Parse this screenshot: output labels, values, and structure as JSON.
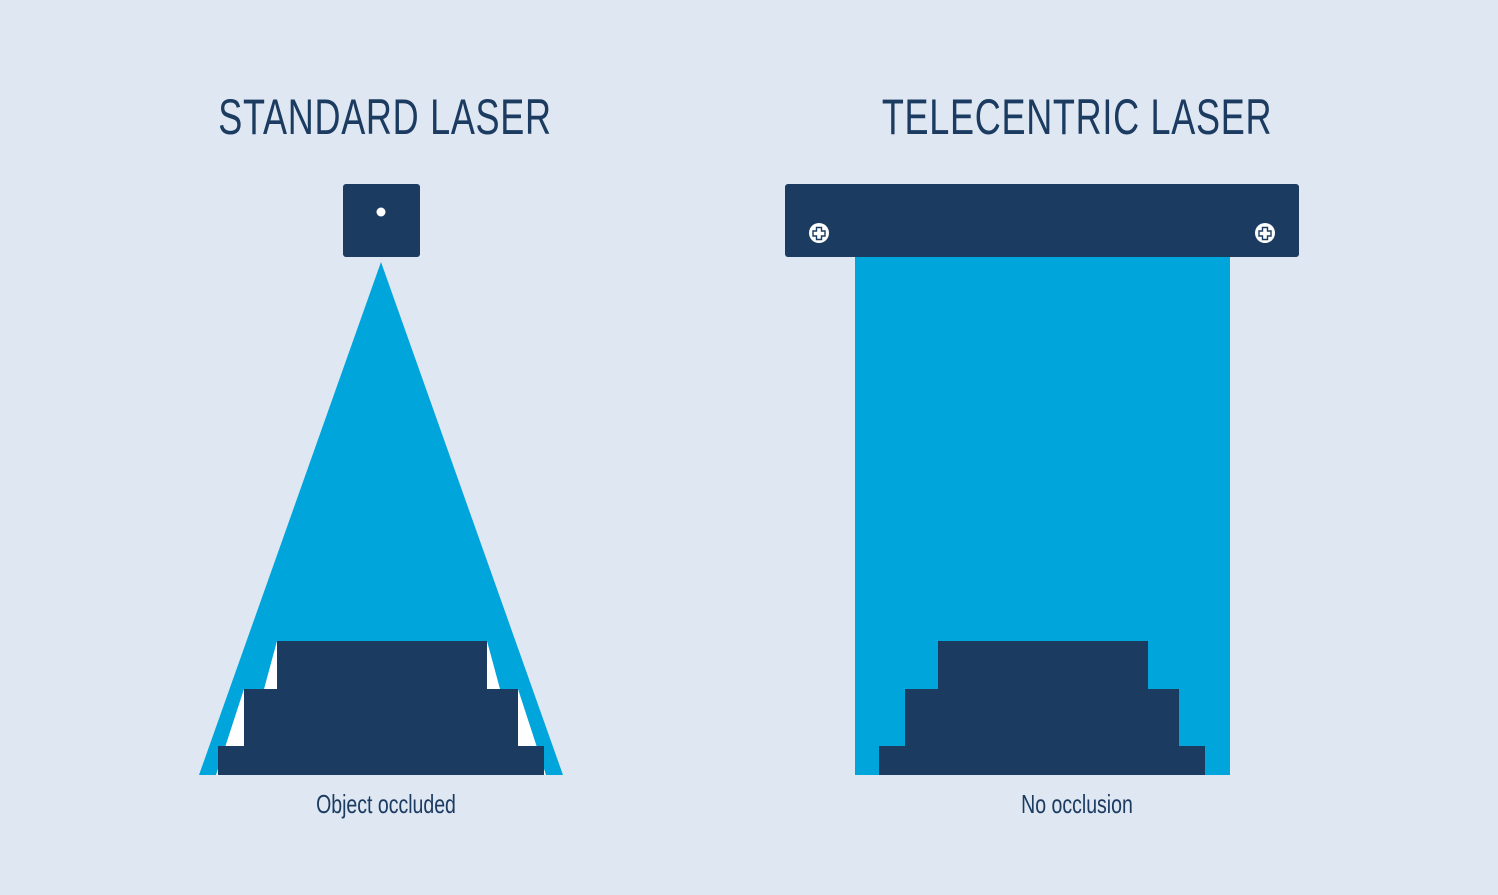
{
  "left": {
    "title": "STANDARD LASER",
    "caption": "Object occluded"
  },
  "right": {
    "title": "TELECENTRIC LASER",
    "caption": "No occlusion"
  },
  "colors": {
    "background": "#dee7f2",
    "laser": "#00a5dc",
    "device": "#1b3c60",
    "shadow": "#ffffff"
  }
}
